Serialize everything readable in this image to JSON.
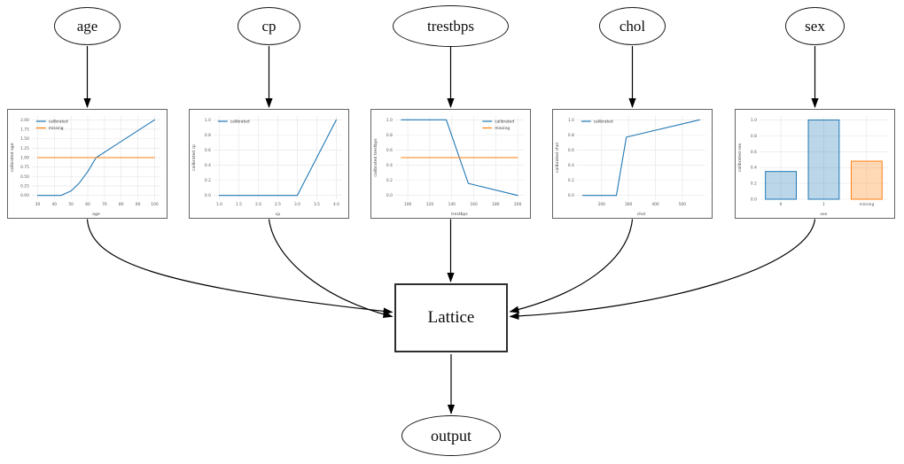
{
  "diagram": {
    "inputs": [
      "age",
      "cp",
      "trestbps",
      "chol",
      "sex"
    ],
    "lattice_label": "Lattice",
    "output_label": "output",
    "edges": [
      {
        "from": "age",
        "to": "calibrator-age"
      },
      {
        "from": "cp",
        "to": "calibrator-cp"
      },
      {
        "from": "trestbps",
        "to": "calibrator-trestbps"
      },
      {
        "from": "chol",
        "to": "calibrator-chol"
      },
      {
        "from": "sex",
        "to": "calibrator-sex"
      },
      {
        "from": "calibrator-age",
        "to": "Lattice"
      },
      {
        "from": "calibrator-cp",
        "to": "Lattice"
      },
      {
        "from": "calibrator-trestbps",
        "to": "Lattice"
      },
      {
        "from": "calibrator-chol",
        "to": "Lattice"
      },
      {
        "from": "calibrator-sex",
        "to": "Lattice"
      },
      {
        "from": "Lattice",
        "to": "output"
      }
    ]
  },
  "colors": {
    "calibrated_line": "#1f77b4",
    "missing_line": "#ff7f0e",
    "edge": "#000000",
    "grid": "#e4e4e4"
  },
  "chart_data": [
    {
      "type": "line",
      "feature": "age",
      "xlabel": "age",
      "ylabel": "calibrated age",
      "xlim": [
        26.5,
        103.5
      ],
      "ylim": [
        -0.1,
        2.1
      ],
      "xticks": [
        [
          30,
          "30"
        ],
        [
          40,
          "40"
        ],
        [
          50,
          "50"
        ],
        [
          60,
          "60"
        ],
        [
          70,
          "70"
        ],
        [
          80,
          "80"
        ],
        [
          90,
          "90"
        ],
        [
          100,
          "100"
        ]
      ],
      "yticks": [
        [
          0,
          "0.00"
        ],
        [
          0.25,
          "0.25"
        ],
        [
          0.5,
          "0.50"
        ],
        [
          0.75,
          "0.75"
        ],
        [
          1,
          "1.00"
        ],
        [
          1.25,
          "1.25"
        ],
        [
          1.5,
          "1.50"
        ],
        [
          1.75,
          "1.75"
        ],
        [
          2,
          "2.00"
        ]
      ],
      "legend": {
        "position": "tl",
        "entries": [
          {
            "label": "calibrated",
            "color": "#1f77b4"
          },
          {
            "label": "missing",
            "color": "#ff7f0e"
          }
        ]
      },
      "series": [
        {
          "name": "calibrated",
          "color": "#1f77b4",
          "points": [
            [
              30,
              0
            ],
            [
              44,
              0
            ],
            [
              50,
              0.12
            ],
            [
              55,
              0.33
            ],
            [
              60,
              0.63
            ],
            [
              65,
              1.0
            ],
            [
              100,
              2.0
            ]
          ]
        },
        {
          "name": "missing",
          "color": "#ff7f0e",
          "points": [
            [
              30,
              1.0
            ],
            [
              100,
              1.0
            ]
          ]
        }
      ]
    },
    {
      "type": "line",
      "feature": "cp",
      "xlabel": "cp",
      "ylabel": "calibrated cp",
      "xlim": [
        0.85,
        4.15
      ],
      "ylim": [
        -0.05,
        1.05
      ],
      "xticks": [
        [
          1,
          "1.0"
        ],
        [
          1.5,
          "1.5"
        ],
        [
          2,
          "2.0"
        ],
        [
          2.5,
          "2.5"
        ],
        [
          3,
          "3.0"
        ],
        [
          3.5,
          "3.5"
        ],
        [
          4,
          "4.0"
        ]
      ],
      "yticks": [
        [
          0,
          "0.0"
        ],
        [
          0.2,
          "0.2"
        ],
        [
          0.4,
          "0.4"
        ],
        [
          0.6,
          "0.6"
        ],
        [
          0.8,
          "0.8"
        ],
        [
          1,
          "1.0"
        ]
      ],
      "legend": {
        "position": "tl",
        "entries": [
          {
            "label": "calibrated",
            "color": "#1f77b4"
          }
        ]
      },
      "series": [
        {
          "name": "calibrated",
          "color": "#1f77b4",
          "points": [
            [
              1,
              0
            ],
            [
              3,
              0
            ],
            [
              4,
              1
            ]
          ]
        }
      ]
    },
    {
      "type": "line",
      "feature": "trestbps",
      "xlabel": "trestbps",
      "ylabel": "calibrated trestbps",
      "xlim": [
        88.5,
        205.5
      ],
      "ylim": [
        -0.05,
        1.05
      ],
      "xticks": [
        [
          100,
          "100"
        ],
        [
          120,
          "120"
        ],
        [
          140,
          "140"
        ],
        [
          160,
          "160"
        ],
        [
          180,
          "180"
        ],
        [
          200,
          "200"
        ]
      ],
      "yticks": [
        [
          0,
          "0.0"
        ],
        [
          0.2,
          "0.2"
        ],
        [
          0.4,
          "0.4"
        ],
        [
          0.6,
          "0.6"
        ],
        [
          0.8,
          "0.8"
        ],
        [
          1,
          "1.0"
        ]
      ],
      "legend": {
        "position": "tr",
        "entries": [
          {
            "label": "calibrated",
            "color": "#1f77b4"
          },
          {
            "label": "missing",
            "color": "#ff7f0e"
          }
        ]
      },
      "series": [
        {
          "name": "calibrated",
          "color": "#1f77b4",
          "points": [
            [
              94,
              1.0
            ],
            [
              135,
              1.0
            ],
            [
              155,
              0.16
            ],
            [
              200,
              0.0
            ]
          ]
        },
        {
          "name": "missing",
          "color": "#ff7f0e",
          "points": [
            [
              94,
              0.5
            ],
            [
              200,
              0.5
            ]
          ]
        }
      ]
    },
    {
      "type": "line",
      "feature": "chol",
      "xlabel": "chol",
      "ylabel": "calibrated chol",
      "xlim": [
        108,
        586
      ],
      "ylim": [
        -0.05,
        1.05
      ],
      "xticks": [
        [
          200,
          "200"
        ],
        [
          300,
          "300"
        ],
        [
          400,
          "400"
        ],
        [
          500,
          "500"
        ]
      ],
      "yticks": [
        [
          0,
          "0.0"
        ],
        [
          0.2,
          "0.2"
        ],
        [
          0.4,
          "0.4"
        ],
        [
          0.6,
          "0.6"
        ],
        [
          0.8,
          "0.8"
        ],
        [
          1,
          "1.0"
        ]
      ],
      "legend": {
        "position": "tl",
        "entries": [
          {
            "label": "calibrated",
            "color": "#1f77b4"
          }
        ]
      },
      "series": [
        {
          "name": "calibrated",
          "color": "#1f77b4",
          "points": [
            [
              130,
              0
            ],
            [
              255,
              0
            ],
            [
              292,
              0.77
            ],
            [
              564,
              1.0
            ]
          ]
        }
      ]
    },
    {
      "type": "bar",
      "feature": "sex",
      "xlabel": "sex",
      "ylabel": "calibrated sex",
      "ylim": [
        0,
        1.05
      ],
      "categories": [
        "0",
        "1",
        "missing"
      ],
      "values": [
        0.35,
        1.0,
        0.48
      ],
      "bar_styles": [
        {
          "fill": "#1f77b4",
          "stroke": "#1f77b4",
          "alpha": 0.3
        },
        {
          "fill": "#1f77b4",
          "stroke": "#1f77b4",
          "alpha": 0.3
        },
        {
          "fill": "#ff7f0e",
          "stroke": "#ff7f0e",
          "alpha": 0.3
        }
      ],
      "yticks": [
        [
          0,
          "0.0"
        ],
        [
          0.2,
          "0.2"
        ],
        [
          0.4,
          "0.4"
        ],
        [
          0.6,
          "0.6"
        ],
        [
          0.8,
          "0.8"
        ],
        [
          1,
          "1.0"
        ]
      ]
    }
  ]
}
